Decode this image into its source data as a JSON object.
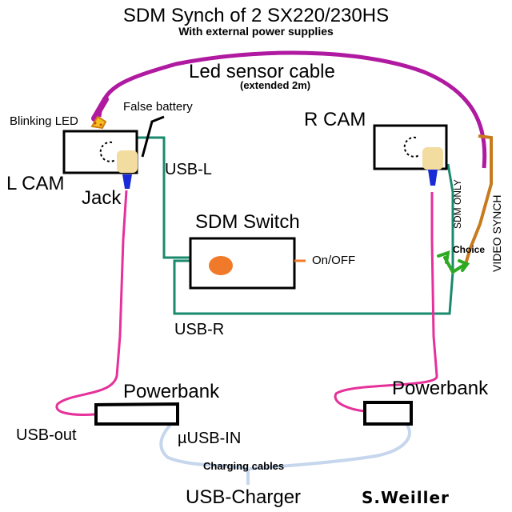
{
  "title": "SDM Synch of 2 SX220/230HS",
  "subtitle": "With external power supplies",
  "labels": {
    "led_sensor_cable": "Led sensor cable",
    "extended": "(extended 2m)",
    "blinking_led": "Blinking LED",
    "false_battery": "False battery",
    "r_cam": "R CAM",
    "l_cam": "L CAM",
    "jack": "Jack",
    "usb_l": "USB-L",
    "sdm_switch": "SDM Switch",
    "on_off": "On/OFF",
    "usb_r": "USB-R",
    "sdm_only": "SDM ONLY",
    "video_synch": "VIDEO SYNCH",
    "choice": "Choice",
    "powerbank_left": "Powerbank",
    "powerbank_right": "Powerbank",
    "usb_out": "USB-out",
    "micro_usb_in": "µUSB-IN",
    "charging_cables": "Charging cables",
    "usb_charger": "USB-Charger",
    "signature": "S.Weiller"
  },
  "colors": {
    "usb_cable": "#1a8a6e",
    "power_cable": "#e6309a",
    "led_cable": "#b01aa0",
    "charging_cable": "#c6d6ec",
    "video_cable": "#c87a1e",
    "choice_arrow": "#2eaa22",
    "jack_blue": "#1a2ad6",
    "battery": "#f2dca0",
    "switch_button": "#f07a2a",
    "led": "#f4c020"
  }
}
